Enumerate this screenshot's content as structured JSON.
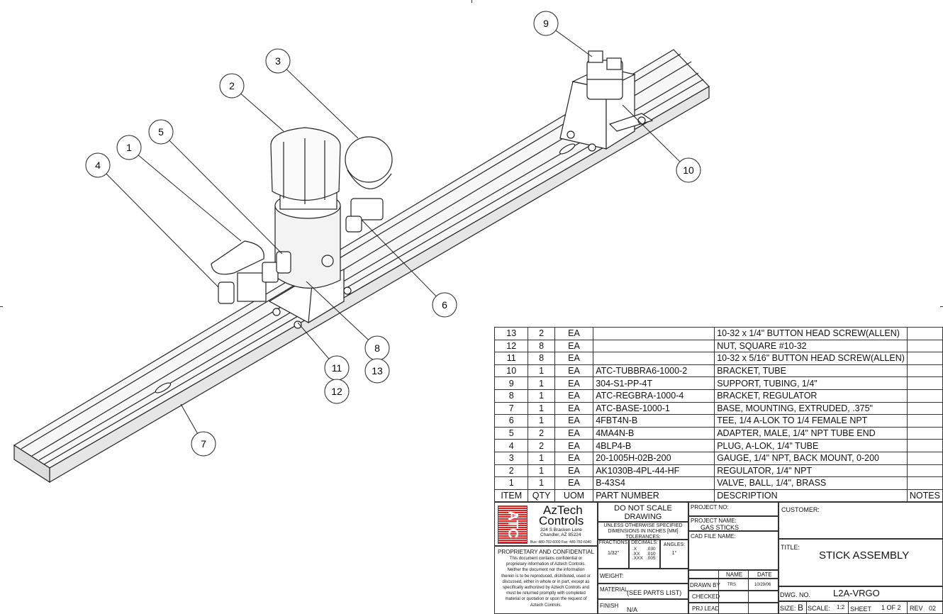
{
  "balloons": [
    "1",
    "2",
    "3",
    "4",
    "5",
    "6",
    "7",
    "8",
    "9",
    "10",
    "11",
    "12",
    "13"
  ],
  "bom": {
    "headers": {
      "item": "ITEM",
      "qty": "QTY",
      "uom": "UOM",
      "part": "PART NUMBER",
      "desc": "DESCRIPTION",
      "notes": "NOTES"
    },
    "rows": [
      {
        "item": "13",
        "qty": "2",
        "uom": "EA",
        "part": "",
        "desc": "10-32 x 1/4\" BUTTON HEAD SCREW(ALLEN)"
      },
      {
        "item": "12",
        "qty": "8",
        "uom": "EA",
        "part": "",
        "desc": "NUT, SQUARE #10-32"
      },
      {
        "item": "11",
        "qty": "8",
        "uom": "EA",
        "part": "",
        "desc": "10-32 x 5/16\" BUTTON HEAD SCREW(ALLEN)"
      },
      {
        "item": "10",
        "qty": "1",
        "uom": "EA",
        "part": "ATC-TUBBRA6-1000-2",
        "desc": "BRACKET, TUBE"
      },
      {
        "item": "9",
        "qty": "1",
        "uom": "EA",
        "part": "304-S1-PP-4T",
        "desc": "SUPPORT, TUBING, 1/4\""
      },
      {
        "item": "8",
        "qty": "1",
        "uom": "EA",
        "part": "ATC-REGBRA-1000-4",
        "desc": "BRACKET, REGULATOR"
      },
      {
        "item": "7",
        "qty": "1",
        "uom": "EA",
        "part": "ATC-BASE-1000-1",
        "desc": "BASE, MOUNTING, EXTRUDED, .375\""
      },
      {
        "item": "6",
        "qty": "1",
        "uom": "EA",
        "part": "4FBT4N-B",
        "desc": "TEE, 1/4 A-LOK TO 1/4 FEMALE NPT"
      },
      {
        "item": "5",
        "qty": "2",
        "uom": "EA",
        "part": "4MA4N-B",
        "desc": "ADAPTER, MALE, 1/4\" NPT TUBE END"
      },
      {
        "item": "4",
        "qty": "2",
        "uom": "EA",
        "part": "4BLP4-B",
        "desc": "PLUG, A-LOK, 1/4\" TUBE"
      },
      {
        "item": "3",
        "qty": "1",
        "uom": "EA",
        "part": "20-1005H-02B-200",
        "desc": "GAUGE, 1/4\" NPT, BACK MOUNT, 0-200"
      },
      {
        "item": "2",
        "qty": "1",
        "uom": "EA",
        "part": "AK1030B-4PL-44-HF",
        "desc": "REGULATOR, 1/4\" NPT"
      },
      {
        "item": "1",
        "qty": "1",
        "uom": "EA",
        "part": "B-43S4",
        "desc": "VALVE, BALL, 1/4\", BRASS"
      }
    ]
  },
  "title_block": {
    "logo_text": "ATC",
    "company": "AzTech",
    "company2": "Controls",
    "address1": "324 S Bracken Lane",
    "address2": "Chandler, AZ 85224",
    "phone": "Bus: 480-782-6000   Fax: 480-782-6040",
    "prop_title": "PROPRIETARY AND CONFIDENTIAL",
    "prop_text": "This document contains confidential or proprietary information of Aztech Controls. Neither the document nor the information therein is to be reproduced, distributed, used or discussed, either in whole or in part, except as specifically authorized by Aztech Controls and must be returned promptly with completed material or quotation or upon the request of Aztech Controls.",
    "do_not_scale": "DO NOT SCALE DRAWING",
    "unless": "UNLESS OTHERWISE SPECIFIED DIMENSIONS IN INCHES [MM] TOLERANCES:",
    "fractions_label": "FRACTIONS",
    "fractions_value": "1/32\"",
    "decimals_label": "DECIMALS:",
    "decimals_keys": ".X\n.XX\n.XXX",
    "decimals_values": ".030\n.010\n.005",
    "angles_label": "ANGLES:",
    "angles_value": "1°",
    "weight_label": "WEIGHT:",
    "material_label": "MATERIAL",
    "material_value": "(SEE PARTS LIST)",
    "finish_label": "FINISH",
    "finish_value": "N/A",
    "project_no_label": "PROJECT NO:",
    "project_name_label": "PROJECT NAME:",
    "project_name": "GAS STICKS",
    "cad_file_label": "CAD FILE NAME:",
    "name_label": "NAME",
    "date_label": "DATE",
    "drawn_by_label": "DRAWN BY",
    "drawn_by": "TRS",
    "drawn_date": "10/29/06",
    "checked_label": "CHECKED",
    "prj_lead_label": "PRJ LEAD",
    "customer_label": "CUSTOMER:",
    "title_label": "TITLE:",
    "title": "STICK ASSEMBLY",
    "dwg_no_label": "DWG.  NO.",
    "dwg_no": "L2A-VRGO",
    "size_label": "SIZE:",
    "size": "B",
    "scale_label": "SCALE:",
    "scale": "1:2",
    "sheet_label": "SHEET",
    "sheet": "1 OF 2",
    "rev_label": "REV",
    "rev": "02"
  }
}
